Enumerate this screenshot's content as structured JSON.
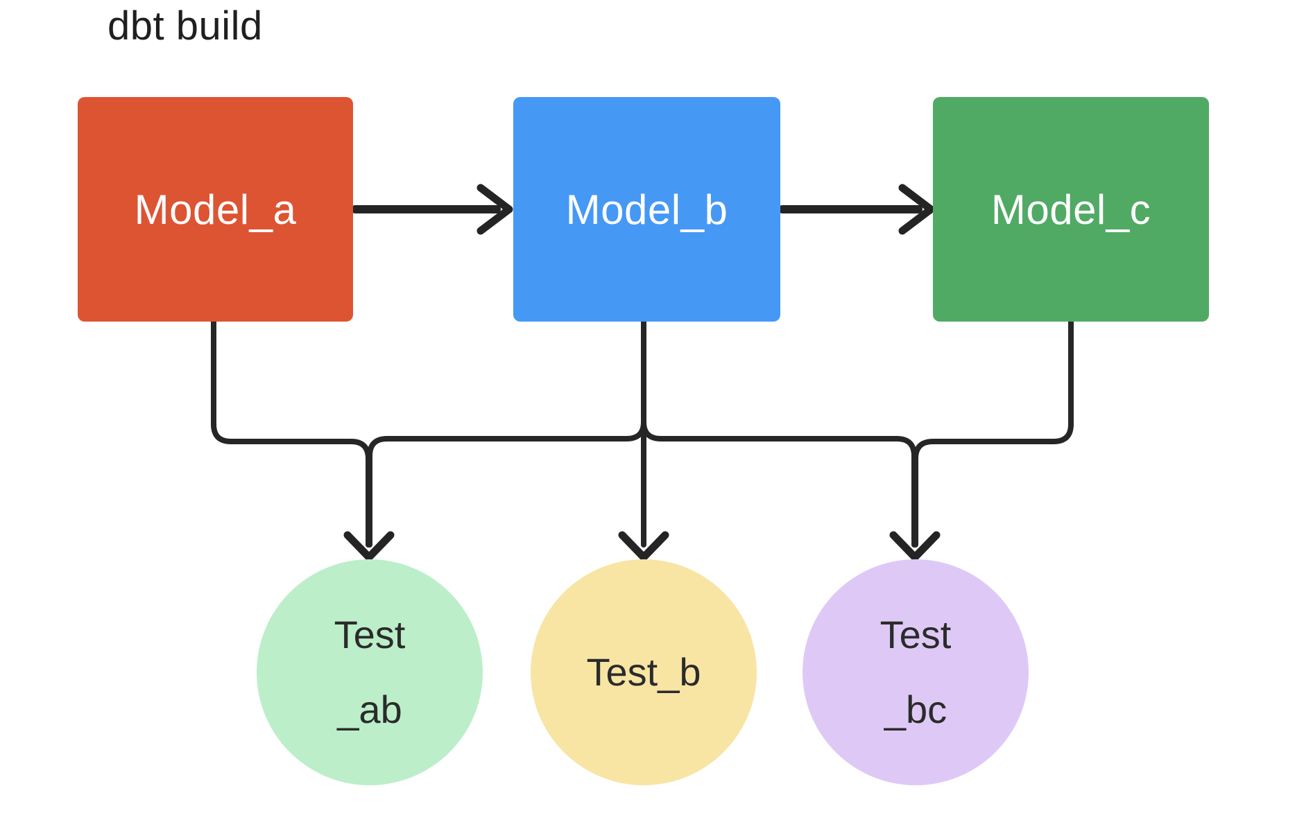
{
  "title": "dbt build",
  "diagram": {
    "background": "#FFFFFF",
    "edge_color": "#262626",
    "models": [
      {
        "id": "model_a",
        "label": "Model_a",
        "color": "#DD5433",
        "text_color": "#FFFFFF",
        "shape": "rectangle"
      },
      {
        "id": "model_b",
        "label": "Model_b",
        "color": "#4698F5",
        "text_color": "#FFFFFF",
        "shape": "rectangle"
      },
      {
        "id": "model_c",
        "label": "Model_c",
        "color": "#50AA64",
        "text_color": "#FFFFFF",
        "shape": "rectangle"
      }
    ],
    "tests": [
      {
        "id": "test_ab",
        "label": "Test _ab",
        "lines": [
          "Test",
          "_ab"
        ],
        "color": "#BCEECA",
        "text_color": "#2B2B2B",
        "shape": "circle"
      },
      {
        "id": "test_b",
        "label": "Test_b",
        "lines": [
          "Test_b"
        ],
        "color": "#F8E5A4",
        "text_color": "#2B2B2B",
        "shape": "circle"
      },
      {
        "id": "test_bc",
        "label": "Test _bc",
        "lines": [
          "Test",
          "_bc"
        ],
        "color": "#DEC9F6",
        "text_color": "#2B2B2B",
        "shape": "circle"
      }
    ],
    "edges": [
      {
        "from": "Model_a",
        "to": "Model_b"
      },
      {
        "from": "Model_b",
        "to": "Model_c"
      },
      {
        "from": "Model_a",
        "to": "Test_ab"
      },
      {
        "from": "Model_b",
        "to": "Test_ab"
      },
      {
        "from": "Model_b",
        "to": "Test_b"
      },
      {
        "from": "Model_b",
        "to": "Test_bc"
      },
      {
        "from": "Model_c",
        "to": "Test_bc"
      }
    ]
  }
}
